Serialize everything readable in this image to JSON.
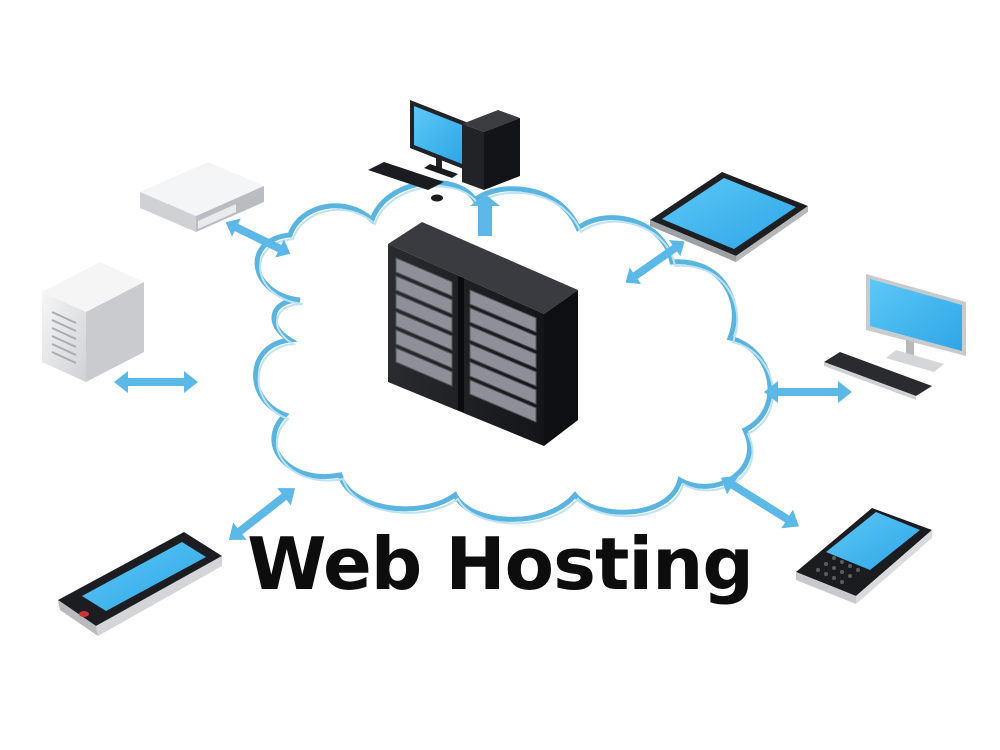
{
  "title": "Web Hosting",
  "colors": {
    "cloud_stroke": "#5ab4e0",
    "arrow": "#5cb8e6",
    "screen": "#49b8f0",
    "server_body": "#1c1d20",
    "device_white": "#e7e8ea",
    "text": "#0d0d0d"
  },
  "nodes": [
    {
      "name": "data-center-server-rack",
      "role": "hub"
    },
    {
      "name": "desktop-computer-with-tower",
      "role": "client"
    },
    {
      "name": "rack-unit-server",
      "role": "client"
    },
    {
      "name": "tower-server",
      "role": "client"
    },
    {
      "name": "tablet",
      "role": "client"
    },
    {
      "name": "monitor-with-keyboard",
      "role": "client"
    },
    {
      "name": "smartphone",
      "role": "client"
    },
    {
      "name": "qwerty-phone",
      "role": "client"
    }
  ]
}
